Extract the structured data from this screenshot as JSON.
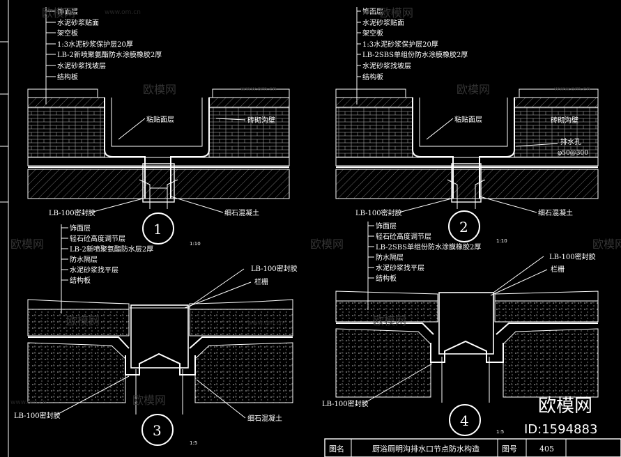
{
  "watermarks": {
    "brand": "欧模网",
    "site": "www.om.cn",
    "logo_brand": "欧模网",
    "logo_id": "ID:1594883"
  },
  "detail1": {
    "layers": [
      "饰面层",
      "水泥砂浆贴面",
      "架空板",
      "1:3水泥砂浆保护层20厚",
      "LB-2新喷聚氨酯防水涂膜橡胶2厚",
      "水泥砂浆找坡层",
      "结构板"
    ],
    "labels": {
      "finish": "粘贴面层",
      "wall": "砖砌沟壁",
      "sealant": "LB-100密封胶",
      "concrete": "细石混凝土"
    },
    "number": "1",
    "scale": "1:10"
  },
  "detail2": {
    "layers": [
      "饰面层",
      "水泥砂浆贴面",
      "架空板",
      "1:3水泥砂浆保护层20厚",
      "LB-2SBS单组份防水涂膜橡胶2厚",
      "水泥砂浆找坡层",
      "结构板"
    ],
    "labels": {
      "finish": "粘贴面层",
      "wall": "砖砌沟壁",
      "drain": "排水孔",
      "drain_spec": "φ50@300",
      "sealant": "LB-100密封胶",
      "concrete": "细石混凝土"
    },
    "number": "2",
    "scale": "1:10"
  },
  "detail3": {
    "layers": [
      "饰面层",
      "轻石砼高度调节层",
      "LB-2新喷聚氨酯防水层2厚",
      "防水隔层",
      "水泥砂浆找平层",
      "结构板"
    ],
    "labels": {
      "sealant_top": "LB-100密封胶",
      "grille": "栏栅",
      "sealant": "LB-100密封胶",
      "concrete": "细石混凝土"
    },
    "number": "3",
    "scale": "1:5"
  },
  "detail4": {
    "layers": [
      "饰面层",
      "轻石砼高度调节层",
      "LB-2SBS单组份防水涂膜橡胶2厚",
      "防水隔层",
      "水泥砂浆找平层",
      "结构板"
    ],
    "labels": {
      "sealant_top": "LB-100密封胶",
      "grille": "栏栅",
      "sealant": "LB-100密封胶"
    },
    "number": "4",
    "scale": "1:5"
  },
  "title_block": {
    "name_label": "图名",
    "name_value": "厨浴厕明沟排水口节点防水构造",
    "no_label": "图号",
    "no_value": "405"
  },
  "colors": {
    "background": "#000000",
    "lines": "#ffffff",
    "watermark": "#3a3a3a"
  }
}
